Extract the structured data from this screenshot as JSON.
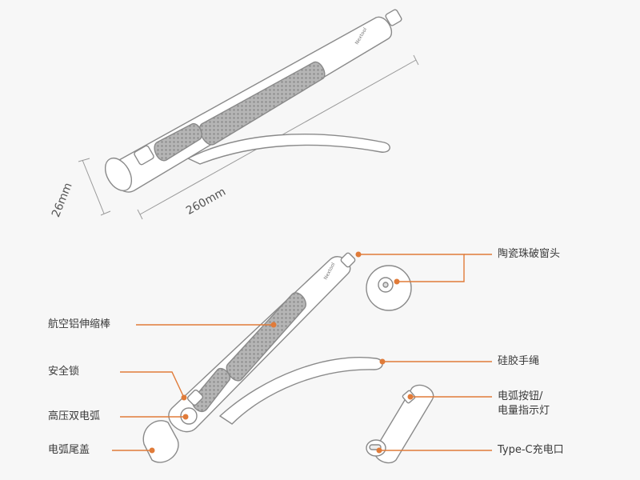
{
  "dimensions": {
    "diameter": "26mm",
    "length": "260mm"
  },
  "brand_mark": "Nextool",
  "colors": {
    "accent": "#e07b39",
    "outline": "#8a8a8a",
    "grip": "#a9a9a9",
    "background": "#f7f7f7"
  },
  "callouts": {
    "ceramic_breaker": "陶瓷珠破窗头",
    "aluminum_rod": "航空铝伸缩棒",
    "silicone_strap": "硅胶手绳",
    "safety_lock": "安全锁",
    "dual_arc": "高压双电弧",
    "arc_button_line1": "电弧按钮/",
    "arc_button_line2": "电量指示灯",
    "tail_cap": "电弧尾盖",
    "charge_port": "Type-C充电口"
  }
}
